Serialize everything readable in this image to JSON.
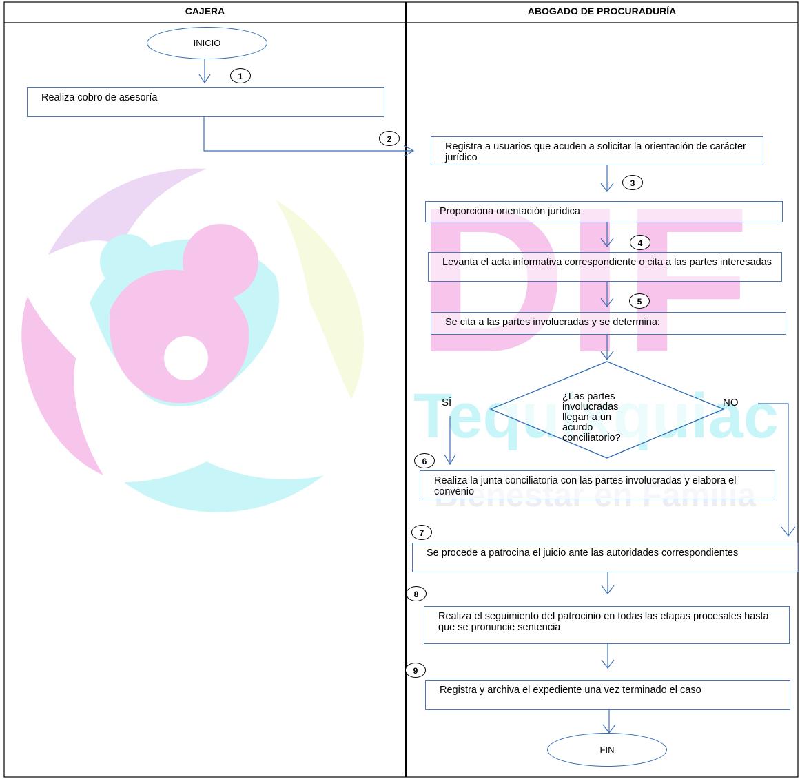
{
  "lanes": {
    "left": "CAJERA",
    "right": "ABOGADO DE PROCURADURÍA"
  },
  "start_label": "INICIO",
  "end_label": "FIN",
  "steps": [
    {
      "num": "1",
      "text": "Realiza  cobro de asesoría"
    },
    {
      "num": "2",
      "text": "Registra  a usuarios que acuden a solicitar la orientación de carácter jurídico"
    },
    {
      "num": "3",
      "text": "Proporciona orientación jurídica"
    },
    {
      "num": "4",
      "text": "Levanta el acta informativa correspondiente o  cita a las partes interesadas"
    },
    {
      "num": "5",
      "text": "Se cita a las partes involucradas y se determina:"
    },
    {
      "num": "6",
      "text": "Realiza  la junta conciliatoria con las partes involucradas y elabora el convenio"
    },
    {
      "num": "7",
      "text": "Se procede a patrocina el juicio ante las autoridades correspondientes"
    },
    {
      "num": "8",
      "text": "Realiza  el seguimiento del patrocinio en todas las etapas procesales hasta que se pronuncie sentencia"
    },
    {
      "num": "9",
      "text": "Registra y archiva el expediente una vez terminado el caso"
    }
  ],
  "decision": {
    "lines": [
      "¿Las partes",
      "involucradas",
      "llegan a un",
      "acurdo",
      "conciliatorio?"
    ],
    "yes_label": "SÍ",
    "no_label": "NO"
  },
  "watermark": {
    "text_1": "DIF",
    "text_2": "Tequixquiac",
    "text_3": "Bienestar en Familia"
  },
  "colors": {
    "arrow": "#3b6fb6",
    "box_border": "#4a76b8",
    "wm_pink": "#f7c4ec",
    "wm_cyan": "#c8f6f8",
    "wm_lilac": "#ecd7f5",
    "wm_yellow": "#f6fbe0"
  }
}
